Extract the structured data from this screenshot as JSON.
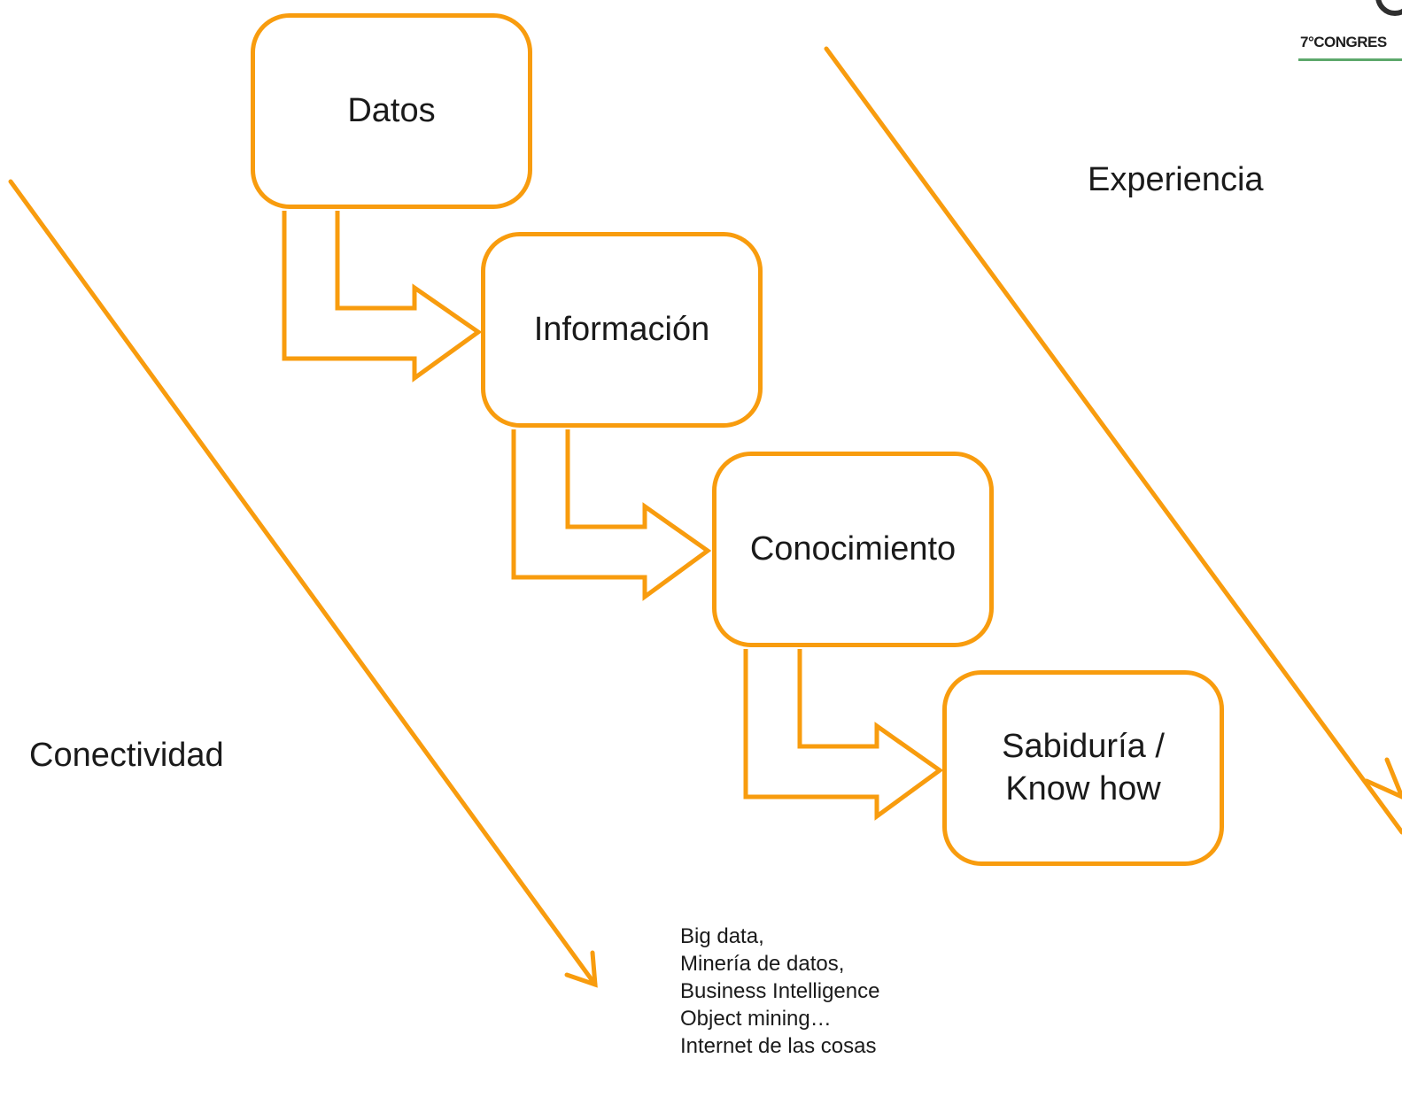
{
  "boxes": {
    "datos": "Datos",
    "informacion": "Información",
    "conocimiento": "Conocimiento",
    "sabiduria": "Sabiduría /\nKnow how"
  },
  "labels": {
    "conectividad": "Conectividad",
    "experiencia": "Experiencia"
  },
  "notes": [
    "Big data,",
    "Minería de datos,",
    "Business Intelligence",
    "Object mining…",
    "Internet de las cosas"
  ],
  "logo": {
    "text": "7°CONGRES"
  },
  "colors": {
    "accent": "#F89C0E",
    "logo_bar": "#5da86c"
  }
}
